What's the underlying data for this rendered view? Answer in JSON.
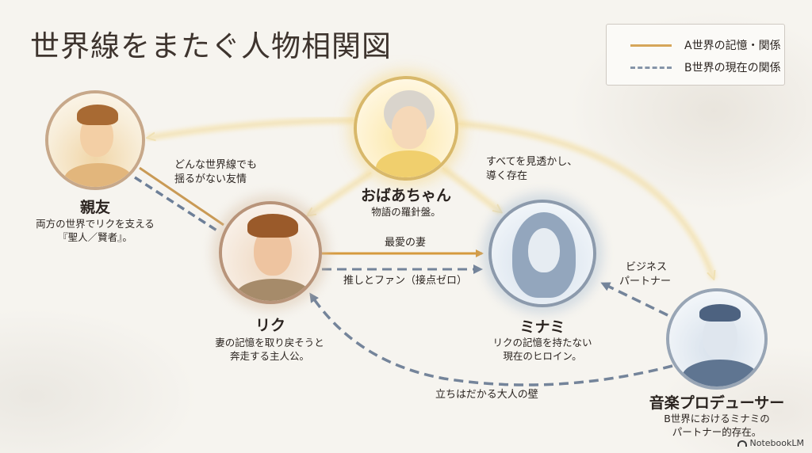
{
  "title": "世界線をまたぐ人物相関図",
  "legend": {
    "items": [
      {
        "label": "A世界の記憶・関係",
        "style": "solid",
        "color": "#d6a65a"
      },
      {
        "label": "B世界の現在の関係",
        "style": "dashed",
        "color": "#8594a8"
      }
    ]
  },
  "colors": {
    "a_world": "#d6a65a",
    "b_world": "#7a8aa0",
    "guide_glow": "#f3dc9a",
    "background": "#f6f4ef"
  },
  "characters": {
    "best_friend": {
      "name": "親友",
      "desc_line1": "両方の世界でリクを支える",
      "desc_line2": "『聖人／賢者』。",
      "portrait": "smiling-young-man-portrait"
    },
    "grandma": {
      "name": "おばあちゃん",
      "desc_line1": "物語の羅針盤。",
      "portrait": "elderly-woman-portrait"
    },
    "riku": {
      "name": "リク",
      "desc_line1": "妻の記憶を取り戻そうと",
      "desc_line2": "奔走する主人公。",
      "portrait": "young-man-portrait"
    },
    "minami": {
      "name": "ミナミ",
      "desc_line1": "リクの記憶を持たない",
      "desc_line2": "現在のヒロイン。",
      "portrait": "woman-portrait"
    },
    "producer": {
      "name": "音楽プロデューサー",
      "desc_line1": "B世界におけるミナミの",
      "desc_line2": "パートナー的存在。",
      "portrait": "businessman-portrait"
    }
  },
  "relations": {
    "friendship": {
      "line1": "どんな世界線でも",
      "line2": "揺るがない友情"
    },
    "grandma_guide": {
      "line1": "すべてを見透かし、",
      "line2": "導く存在"
    },
    "beloved_wife": "最愛の妻",
    "idol_fan": "推しとファン（接点ゼロ）",
    "business": {
      "line1": "ビジネス",
      "line2": "パートナー"
    },
    "adult_wall": "立ちはだかる大人の壁"
  },
  "branding": "NotebookLM"
}
